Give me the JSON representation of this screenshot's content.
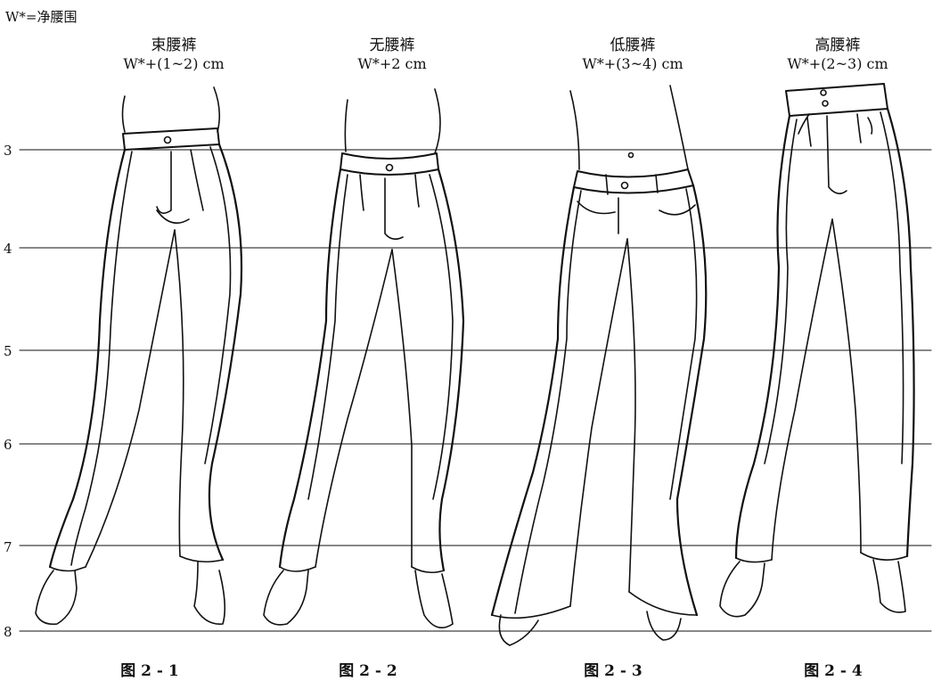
{
  "note": "W*=净腰围",
  "levels": [
    "3",
    "4",
    "5",
    "6",
    "7",
    "8"
  ],
  "styles": [
    {
      "name": "束腰裤",
      "formula": "W*+(1~2) cm",
      "figure": "图 2 - 1"
    },
    {
      "name": "无腰裤",
      "formula": "W*+2 cm",
      "figure": "图 2 - 2"
    },
    {
      "name": "低腰裤",
      "formula": "W*+(3~4) cm",
      "figure": "图 2 - 3"
    },
    {
      "name": "高腰裤",
      "formula": "W*+(2~3) cm",
      "figure": "图 2 - 4"
    }
  ]
}
